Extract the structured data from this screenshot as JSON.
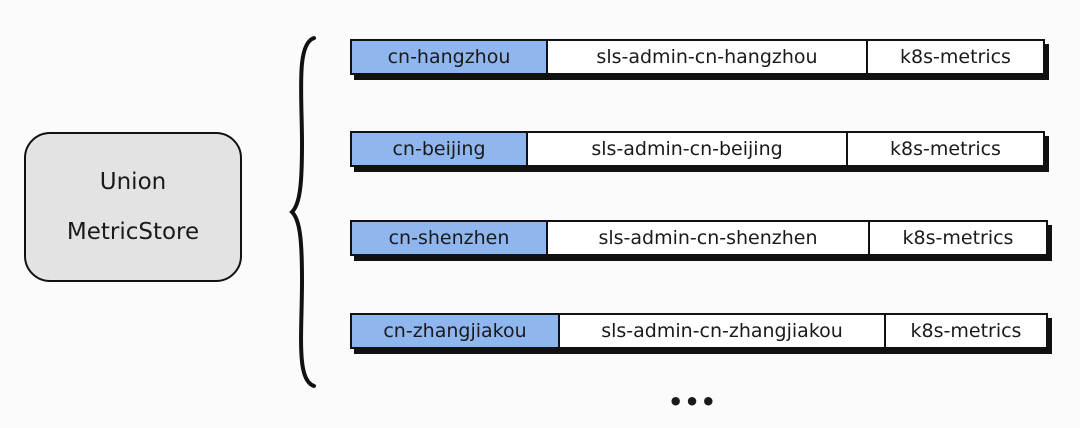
{
  "store": {
    "line1": "Union",
    "line2": "MetricStore"
  },
  "rows": [
    {
      "region": "cn-hangzhou",
      "project": "sls-admin-cn-hangzhou",
      "metricstore": "k8s-metrics"
    },
    {
      "region": "cn-beijing",
      "project": "sls-admin-cn-beijing",
      "metricstore": "k8s-metrics"
    },
    {
      "region": "cn-shenzhen",
      "project": "sls-admin-cn-shenzhen",
      "metricstore": "k8s-metrics"
    },
    {
      "region": "cn-zhangjiakou",
      "project": "sls-admin-cn-zhangjiakou",
      "metricstore": "k8s-metrics"
    }
  ],
  "ellipsis": "•••",
  "colors": {
    "region_fill": "#8fb6ee",
    "store_fill": "#e3e3e3"
  }
}
